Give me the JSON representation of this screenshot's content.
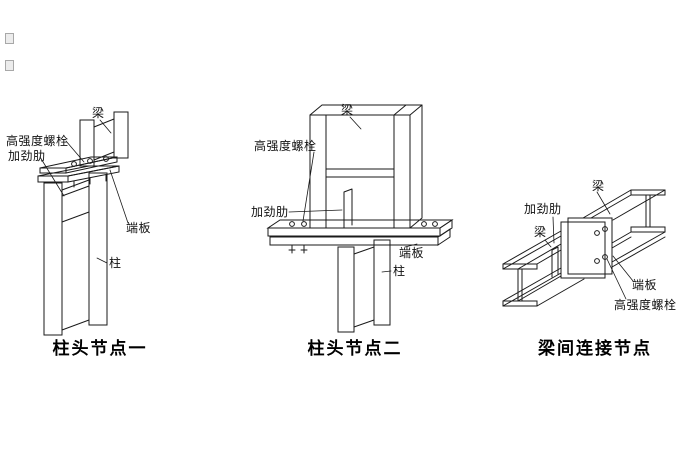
{
  "canvas": {
    "background": "#ffffff",
    "line_color": "#1a1a1a"
  },
  "diagrams": [
    {
      "caption": "柱头节点一",
      "labels": {
        "beam": "梁",
        "high_strength_bolt": "高强度螺栓",
        "stiffener": "加劲肋",
        "end_plate": "端板",
        "column": "柱"
      }
    },
    {
      "caption": "柱头节点二",
      "labels": {
        "beam": "梁",
        "high_strength_bolt": "高强度螺栓",
        "stiffener": "加劲肋",
        "end_plate": "端板",
        "column": "柱"
      }
    },
    {
      "caption": "梁间连接节点",
      "labels": {
        "beam_right": "梁",
        "stiffener": "加劲肋",
        "beam_left": "梁",
        "end_plate": "端板",
        "high_strength_bolt": "高强度螺栓"
      }
    }
  ]
}
